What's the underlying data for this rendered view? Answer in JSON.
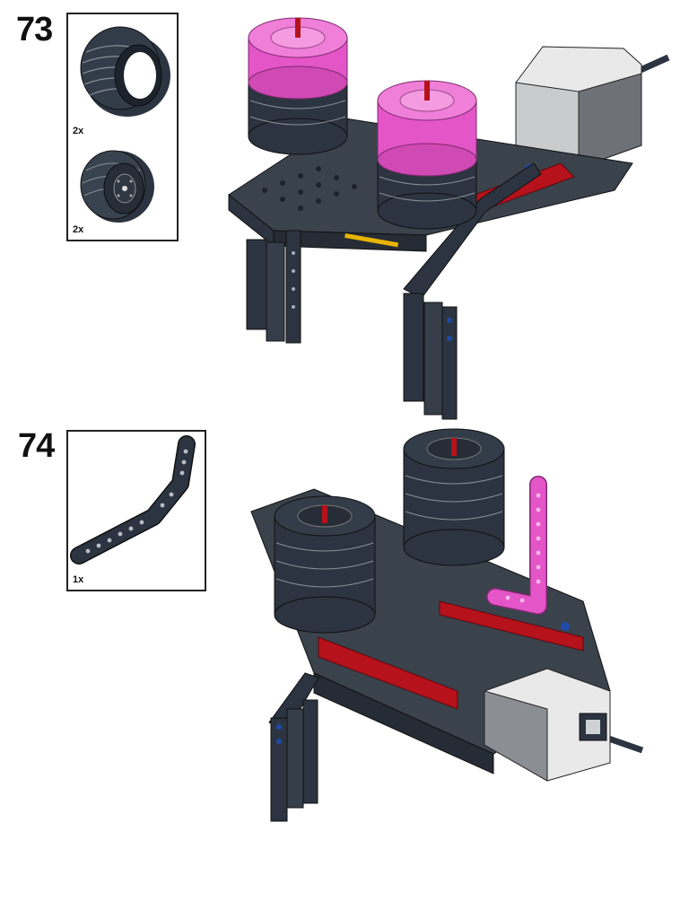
{
  "steps": [
    {
      "number": "73",
      "parts": [
        {
          "name": "tire",
          "qty": "2x"
        },
        {
          "name": "wheel-hub",
          "qty": "2x"
        }
      ]
    },
    {
      "number": "74",
      "parts": [
        {
          "name": "bent-liftarm",
          "qty": "1x"
        }
      ]
    }
  ],
  "colors": {
    "dark_gray": "#2b3440",
    "mid_gray": "#5b5f66",
    "light_gray": "#a7aaad",
    "highlight_pink": "#e455c8",
    "red": "#b5121b",
    "blue_pin": "#1f4aa8",
    "yellow": "#e8b400",
    "white_motor": "#e9e9e9"
  }
}
